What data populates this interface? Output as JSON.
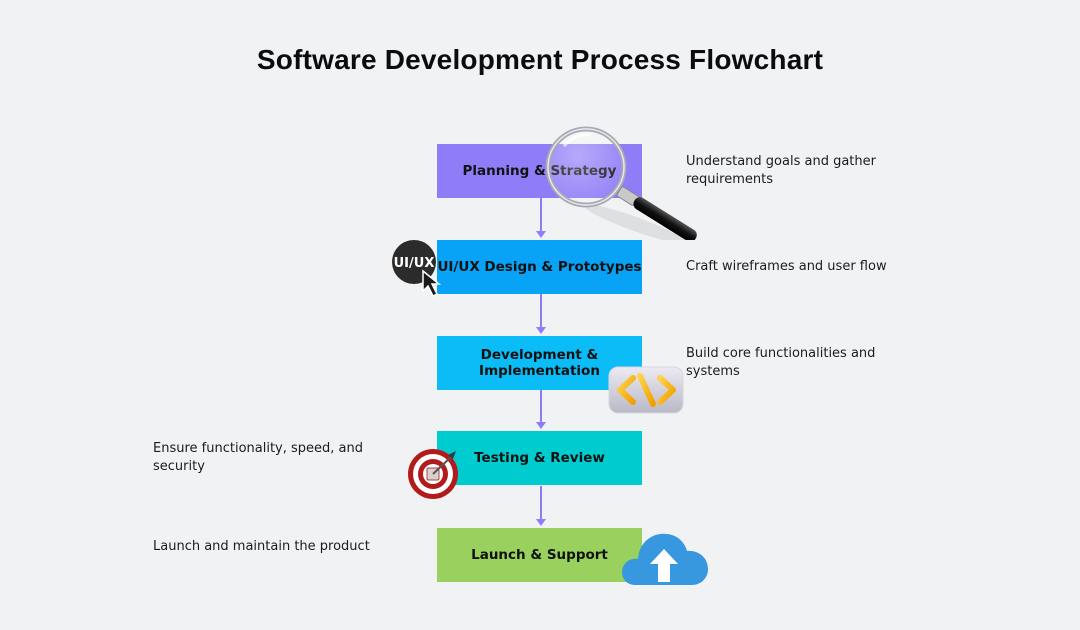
{
  "title": "Software Development Process Flowchart",
  "colors": {
    "background": "#f1f2f4",
    "arrow": "#8b7df5",
    "planning": "#8f7cf7",
    "design": "#08a3f6",
    "development": "#0bbcf7",
    "testing": "#00cccf",
    "launch": "#9ad15e"
  },
  "steps": [
    {
      "label": "Planning & Strategy",
      "description": "Understand goals and gather requirements",
      "icon": "magnifying-glass-icon"
    },
    {
      "label": "UI/UX Design & Prototypes",
      "description": "Craft wireframes and user flow",
      "icon": "ui-ux-cursor-icon",
      "icon_text": "UI/UX"
    },
    {
      "label": "Development & Implementation",
      "description": "Build core functionalities and systems",
      "icon": "code-brackets-icon"
    },
    {
      "label": "Testing & Review",
      "description": "Ensure functionality, speed, and security",
      "icon": "target-dart-icon"
    },
    {
      "label": "Launch & Support",
      "description": "Launch and maintain the product",
      "icon": "cloud-upload-icon"
    }
  ]
}
